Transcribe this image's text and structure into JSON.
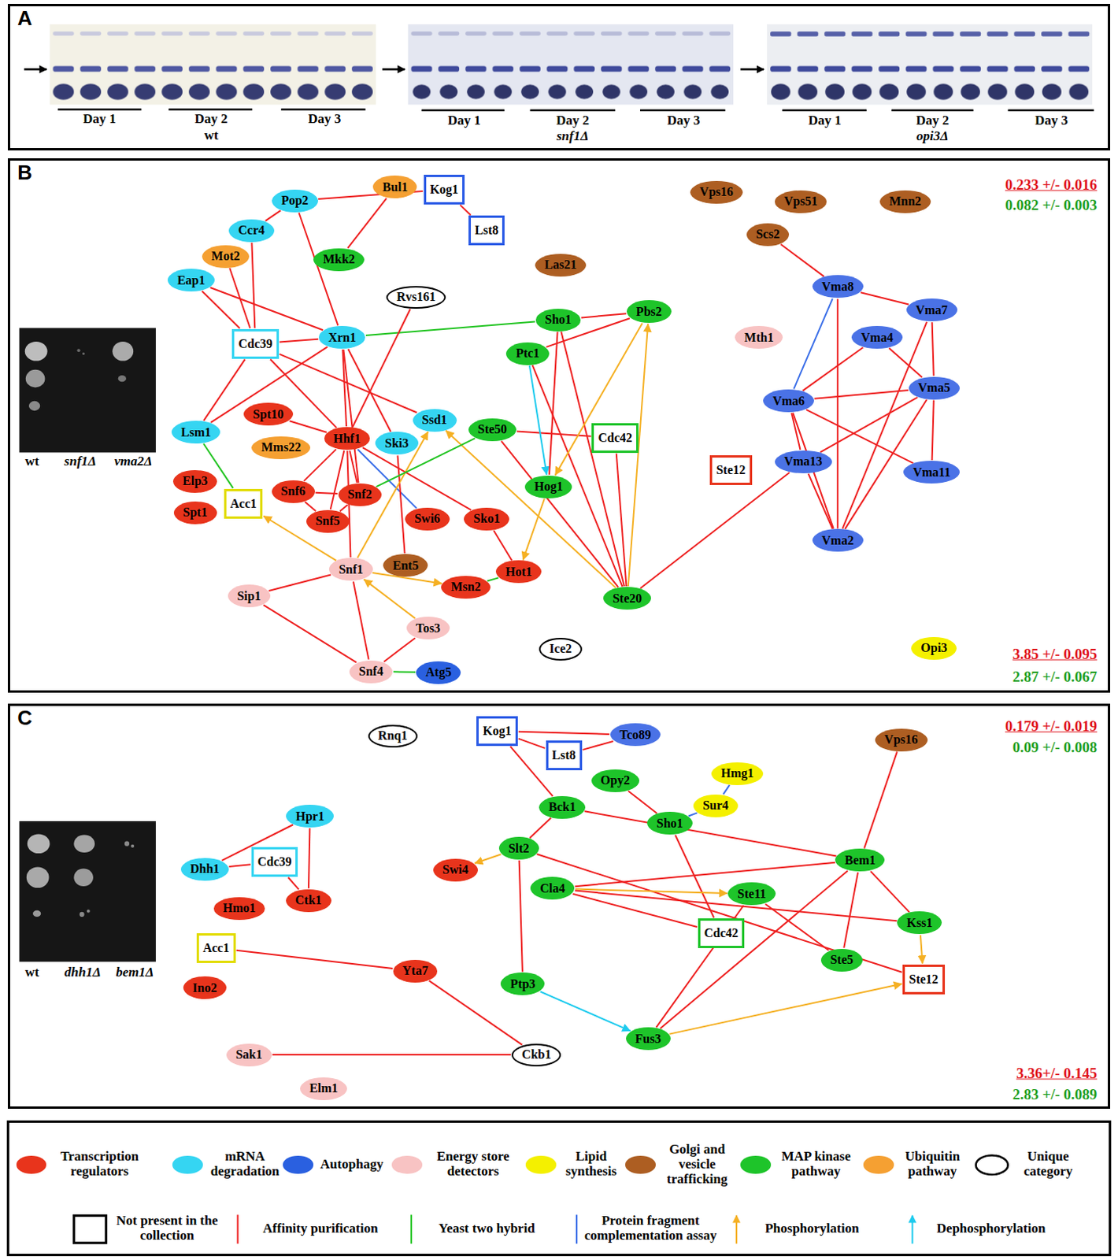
{
  "diagram": {
    "nodes": [
      {
        "text": [
          "A"
        ]
      },
      {
        "text": [
          "B"
        ]
      },
      {
        "text": [
          "Vps16"
        ],
        "in": 1
      },
      {
        "text": [
          "Bul1"
        ],
        "in": 1
      },
      {
        "text": [
          "Kog1"
        ],
        "in": 1
      },
      {
        "text": [
          "Pop2"
        ],
        "in": 1
      },
      {
        "text": [
          "Vps51"
        ],
        "in": 1
      },
      {
        "text": [
          "Mnn2"
        ],
        "in": 1
      },
      {
        "text": [
          "Lst8"
        ],
        "in": 1
      },
      {
        "text": [
          "Ccr4"
        ],
        "in": 1
      },
      {
        "text": [
          "Scs2"
        ],
        "in": 1
      },
      {
        "text": [
          "Mot2"
        ],
        "in": 1
      },
      {
        "text": [
          "Mkk2"
        ],
        "in": 1
      },
      {
        "text": [
          "Las21"
        ],
        "in": 1
      },
      {
        "text": [
          "Eap1"
        ],
        "in": 1
      },
      {
        "text": [
          "Vma8"
        ],
        "in": 1
      },
      {
        "text": [
          "Rvs161"
        ],
        "in": 1
      },
      {
        "text": [
          "Vma7"
        ],
        "in": 1
      },
      {
        "text": [
          "Pbs2"
        ],
        "in": 1
      },
      {
        "text": [
          "Sho1"
        ],
        "in": 1
      },
      {
        "text": [
          "Mth1"
        ],
        "in": 1
      },
      {
        "text": [
          "Xrn1"
        ],
        "in": 1
      },
      {
        "text": [
          "Vma4"
        ],
        "in": 1
      },
      {
        "text": [
          "Cdc39"
        ],
        "in": 1
      },
      {
        "text": [
          "Ptc1"
        ],
        "in": 1
      },
      {
        "text": [
          "Vma5"
        ],
        "in": 1
      },
      {
        "text": [
          "Vma6"
        ],
        "in": 1
      },
      {
        "text": [
          "Spt10"
        ],
        "in": 1
      },
      {
        "text": [
          "Ssd1"
        ],
        "in": 1
      },
      {
        "text": [
          "Ste50"
        ],
        "in": 1
      },
      {
        "text": [
          "Lsm1"
        ],
        "in": 1
      },
      {
        "text": [
          "Cdc42"
        ],
        "in": 1
      },
      {
        "text": [
          "Hhf1"
        ],
        "in": 1
      },
      {
        "text": [
          "Ski3"
        ],
        "in": 1
      },
      {
        "text": [
          "Mms22"
        ],
        "in": 1
      },
      {
        "text": [
          "Vma13"
        ],
        "in": 1
      },
      {
        "text": [
          "Ste12"
        ],
        "in": 1
      },
      {
        "text": [
          "Vma11"
        ],
        "in": 1
      },
      {
        "text": [
          "Elp3"
        ],
        "in": 1
      },
      {
        "text": [
          "Hog1"
        ],
        "in": 1
      },
      {
        "text": [
          "Snf6"
        ],
        "in": 1
      },
      {
        "text": [
          "Snf2"
        ],
        "in": 1
      },
      {
        "text": [
          "Acc1"
        ],
        "in": 1
      },
      {
        "text": [
          "Spt1"
        ],
        "in": 1
      },
      {
        "text": [
          "Swi6"
        ],
        "in": 1
      },
      {
        "text": [
          "Sko1"
        ],
        "in": 1
      },
      {
        "text": [
          "Snf5"
        ],
        "in": 1
      },
      {
        "text": [
          "Vma2"
        ],
        "in": 1
      },
      {
        "text": [
          "Ent5"
        ],
        "in": 1
      },
      {
        "text": [
          "Snf1"
        ],
        "in": 1
      },
      {
        "text": [
          "Hot1"
        ],
        "in": 1
      },
      {
        "text": [
          "Msn2"
        ],
        "in": 1
      },
      {
        "text": [
          "Sip1"
        ],
        "in": 1
      },
      {
        "text": [
          "Ste20"
        ],
        "in": 1
      },
      {
        "text": [
          "Tos3"
        ],
        "in": 1
      },
      {
        "text": [
          "Ice2"
        ],
        "in": 1
      },
      {
        "text": [
          "Opi3"
        ],
        "in": 1
      },
      {
        "text": [
          "Snf4"
        ],
        "in": 1
      },
      {
        "text": [
          "Atg5"
        ],
        "in": 1
      },
      {
        "text": [
          "C"
        ]
      },
      {
        "text": [
          "Kog1"
        ],
        "in": 59
      },
      {
        "text": [
          "Tco89"
        ],
        "in": 59
      },
      {
        "text": [
          "Rnq1"
        ],
        "in": 59
      },
      {
        "text": [
          "Vps16"
        ],
        "in": 59
      },
      {
        "text": [
          "Lst8"
        ],
        "in": 59
      },
      {
        "text": [
          "Hmg1"
        ],
        "in": 59
      },
      {
        "text": [
          "Opy2"
        ],
        "in": 59
      },
      {
        "text": [
          "Sur4"
        ],
        "in": 59
      },
      {
        "text": [
          "Bck1"
        ],
        "in": 59
      },
      {
        "text": [
          "Hpr1"
        ],
        "in": 59
      },
      {
        "text": [
          "Sho1"
        ],
        "in": 59
      },
      {
        "text": [
          "Slt2"
        ],
        "in": 59
      },
      {
        "text": [
          "Bem1"
        ],
        "in": 59
      },
      {
        "text": [
          "Cdc39"
        ],
        "in": 59
      },
      {
        "text": [
          "Dhh1"
        ],
        "in": 59
      },
      {
        "text": [
          "Swi4"
        ],
        "in": 59
      },
      {
        "text": [
          "Cla4"
        ],
        "in": 59
      },
      {
        "text": [
          "Ste11"
        ],
        "in": 59
      },
      {
        "text": [
          "Ctk1"
        ],
        "in": 59
      },
      {
        "text": [
          "Hmo1"
        ],
        "in": 59
      },
      {
        "text": [
          "Kss1"
        ],
        "in": 59
      },
      {
        "text": [
          "Cdc42"
        ],
        "in": 59
      },
      {
        "text": [
          "Acc1"
        ],
        "in": 59
      },
      {
        "text": [
          "Ste5"
        ],
        "in": 59
      },
      {
        "text": [
          "Yta7"
        ],
        "in": 59
      },
      {
        "text": [
          "Ste12"
        ],
        "in": 59
      },
      {
        "text": [
          "Ptp3"
        ],
        "in": 59
      },
      {
        "text": [
          "Ino2"
        ],
        "in": 59
      },
      {
        "text": [
          "Fus3"
        ],
        "in": 59
      },
      {
        "text": [
          "Sak1"
        ],
        "in": 59
      },
      {
        "text": [
          "Ckb1"
        ],
        "in": 59
      },
      {
        "text": [
          "Elm1"
        ],
        "in": 59
      }
    ],
    "edges": [
      {
        "from": 5,
        "to": 4,
        "arrow": "none"
      },
      {
        "from": 4,
        "to": 8,
        "arrow": "none"
      },
      {
        "from": 3,
        "to": 12,
        "arrow": "none"
      },
      {
        "from": 5,
        "to": 9,
        "arrow": "none"
      },
      {
        "from": 5,
        "to": 21,
        "arrow": "none"
      },
      {
        "from": 9,
        "to": 23,
        "arrow": "none"
      },
      {
        "from": 11,
        "to": 23,
        "arrow": "none"
      },
      {
        "from": 14,
        "to": 23,
        "arrow": "none"
      },
      {
        "from": 14,
        "to": 21,
        "arrow": "none"
      },
      {
        "from": 23,
        "to": 21,
        "arrow": "none"
      },
      {
        "from": 23,
        "to": 32,
        "arrow": "none"
      },
      {
        "from": 23,
        "to": 30,
        "arrow": "none"
      },
      {
        "from": 23,
        "to": 28,
        "arrow": "none"
      },
      {
        "from": 21,
        "to": 19,
        "arrow": "none"
      },
      {
        "from": 21,
        "to": 30,
        "arrow": "none"
      },
      {
        "from": 21,
        "to": 32,
        "arrow": "none"
      },
      {
        "from": 21,
        "to": 33,
        "arrow": "none"
      },
      {
        "from": 21,
        "to": 41,
        "arrow": "none"
      },
      {
        "from": 16,
        "to": 32,
        "arrow": "none"
      },
      {
        "from": 30,
        "to": 42,
        "arrow": "none"
      },
      {
        "from": 27,
        "to": 32,
        "arrow": "none"
      },
      {
        "from": 32,
        "to": 40,
        "arrow": "none"
      },
      {
        "from": 32,
        "to": 46,
        "arrow": "none"
      },
      {
        "from": 32,
        "to": 41,
        "arrow": "none"
      },
      {
        "from": 32,
        "to": 49,
        "arrow": "none"
      },
      {
        "from": 32,
        "to": 44,
        "arrow": "none"
      },
      {
        "from": 32,
        "to": 45,
        "arrow": "none"
      },
      {
        "from": 40,
        "to": 46,
        "arrow": "none"
      },
      {
        "from": 40,
        "to": 41,
        "arrow": "none"
      },
      {
        "from": 46,
        "to": 41,
        "arrow": "none"
      },
      {
        "from": 33,
        "to": 48,
        "arrow": "none"
      },
      {
        "from": 49,
        "to": 28,
        "arrow": "to"
      },
      {
        "from": 53,
        "to": 28,
        "arrow": "to"
      },
      {
        "from": 29,
        "to": 31,
        "arrow": "none"
      },
      {
        "from": 29,
        "to": 41,
        "arrow": "none"
      },
      {
        "from": 49,
        "to": 42,
        "arrow": "to"
      },
      {
        "from": 49,
        "to": 52,
        "arrow": "none"
      },
      {
        "from": 49,
        "to": 57,
        "arrow": "none"
      },
      {
        "from": 54,
        "to": 49,
        "arrow": "to"
      },
      {
        "from": 49,
        "to": 51,
        "arrow": "to"
      },
      {
        "from": 52,
        "to": 57,
        "arrow": "none"
      },
      {
        "from": 54,
        "to": 57,
        "arrow": "none"
      },
      {
        "from": 57,
        "to": 58,
        "arrow": "none"
      },
      {
        "from": 51,
        "to": 50,
        "arrow": "none"
      },
      {
        "from": 45,
        "to": 50,
        "arrow": "none"
      },
      {
        "from": 39,
        "to": 50,
        "arrow": "to"
      },
      {
        "from": 24,
        "to": 39,
        "arrow": "to"
      },
      {
        "from": 24,
        "to": 18,
        "arrow": "none"
      },
      {
        "from": 24,
        "to": 53,
        "arrow": "none"
      },
      {
        "from": 19,
        "to": 18,
        "arrow": "none"
      },
      {
        "from": 19,
        "to": 39,
        "arrow": "none"
      },
      {
        "from": 19,
        "to": 53,
        "arrow": "none"
      },
      {
        "from": 18,
        "to": 39,
        "arrow": "to"
      },
      {
        "from": 53,
        "to": 18,
        "arrow": "to"
      },
      {
        "from": 31,
        "to": 53,
        "arrow": "none"
      },
      {
        "from": 29,
        "to": 53,
        "arrow": "none"
      },
      {
        "from": 53,
        "to": 35,
        "arrow": "none"
      },
      {
        "from": 10,
        "to": 15,
        "arrow": "none"
      },
      {
        "from": 15,
        "to": 17,
        "arrow": "none"
      },
      {
        "from": 15,
        "to": 26,
        "arrow": "none"
      },
      {
        "from": 15,
        "to": 47,
        "arrow": "none"
      },
      {
        "from": 17,
        "to": 25,
        "arrow": "none"
      },
      {
        "from": 17,
        "to": 47,
        "arrow": "none"
      },
      {
        "from": 22,
        "to": 26,
        "arrow": "none"
      },
      {
        "from": 22,
        "to": 25,
        "arrow": "none"
      },
      {
        "from": 26,
        "to": 25,
        "arrow": "none"
      },
      {
        "from": 26,
        "to": 35,
        "arrow": "none"
      },
      {
        "from": 26,
        "to": 37,
        "arrow": "none"
      },
      {
        "from": 26,
        "to": 47,
        "arrow": "none"
      },
      {
        "from": 25,
        "to": 35,
        "arrow": "none"
      },
      {
        "from": 25,
        "to": 37,
        "arrow": "none"
      },
      {
        "from": 25,
        "to": 47,
        "arrow": "none"
      },
      {
        "from": 35,
        "to": 47,
        "arrow": "none"
      },
      {
        "from": 60,
        "to": 61,
        "arrow": "none"
      },
      {
        "from": 60,
        "to": 64,
        "arrow": "none"
      },
      {
        "from": 64,
        "to": 61,
        "arrow": "none"
      },
      {
        "from": 60,
        "to": 68,
        "arrow": "none"
      },
      {
        "from": 74,
        "to": 69,
        "arrow": "none"
      },
      {
        "from": 74,
        "to": 73,
        "arrow": "none"
      },
      {
        "from": 69,
        "to": 78,
        "arrow": "none"
      },
      {
        "from": 73,
        "to": 78,
        "arrow": "none"
      },
      {
        "from": 82,
        "to": 84,
        "arrow": "none"
      },
      {
        "from": 84,
        "to": 90,
        "arrow": "none"
      },
      {
        "from": 89,
        "to": 90,
        "arrow": "none"
      },
      {
        "from": 65,
        "to": 67,
        "arrow": "none"
      },
      {
        "from": 67,
        "to": 70,
        "arrow": "none"
      },
      {
        "from": 66,
        "to": 70,
        "arrow": "none"
      },
      {
        "from": 70,
        "to": 81,
        "arrow": "none"
      },
      {
        "from": 63,
        "to": 72,
        "arrow": "none"
      },
      {
        "from": 68,
        "to": 71,
        "arrow": "none"
      },
      {
        "from": 68,
        "to": 72,
        "arrow": "none"
      },
      {
        "from": 71,
        "to": 75,
        "arrow": "to"
      },
      {
        "from": 71,
        "to": 86,
        "arrow": "none"
      },
      {
        "from": 71,
        "to": 85,
        "arrow": "none"
      },
      {
        "from": 76,
        "to": 77,
        "arrow": "to"
      },
      {
        "from": 76,
        "to": 81,
        "arrow": "none"
      },
      {
        "from": 76,
        "to": 80,
        "arrow": "none"
      },
      {
        "from": 77,
        "to": 83,
        "arrow": "none"
      },
      {
        "from": 72,
        "to": 76,
        "arrow": "none"
      },
      {
        "from": 72,
        "to": 83,
        "arrow": "none"
      },
      {
        "from": 72,
        "to": 88,
        "arrow": "none"
      },
      {
        "from": 72,
        "to": 80,
        "arrow": "none"
      },
      {
        "from": 80,
        "to": 85,
        "arrow": "to"
      },
      {
        "from": 86,
        "to": 88,
        "arrow": "to"
      },
      {
        "from": 88,
        "to": 85,
        "arrow": "to"
      },
      {
        "from": 88,
        "to": 77,
        "arrow": "none"
      }
    ],
    "labels": [
      "Day 1",
      "Day 2",
      "Day 3",
      "Day 1",
      "Day 2",
      "Day 3",
      "Day 1",
      "Day 2",
      "Day 3",
      "wt",
      "snf1Δ",
      "opi3Δ",
      "0.233 +/- 0.016",
      "0.082 +/- 0.003",
      "wt",
      "snf1Δ",
      "vma2Δ",
      "3.85 +/- 0.095",
      "2.87 +/- 0.067",
      "0.179 +/- 0.019",
      "0.09 +/- 0.008",
      "wt",
      "dhh1Δ",
      "bem1Δ",
      "3.36+/- 0.145",
      "2.83 +/- 0.089"
    ],
    "legend": [
      {
        "text": "Transcription regulators",
        "color": "#e8341c"
      },
      {
        "text": "mRNA degradation",
        "color": "#35d5f2"
      },
      {
        "text": "Autophagy",
        "color": "#2a60e0"
      },
      {
        "text": "Energy store detectors",
        "color": "#f8c3c3"
      },
      {
        "text": "Lipid synthesis",
        "color": "#f4f000"
      },
      {
        "text": "Golgi and vesicle trafficking",
        "color": "#ad5e22"
      },
      {
        "text": "MAP kinase pathway",
        "color": "#1ec42a"
      },
      {
        "text": "Ubiquitin pathway",
        "color": "#f5a032"
      },
      {
        "text": "Unique category"
      },
      {
        "text": "Not present in the collection"
      },
      {
        "text": "Affinity purification"
      },
      {
        "text": "Yeast two hybrid"
      },
      {
        "text": "Protein fragment complementation assay"
      },
      {
        "text": "Phosphorylation"
      },
      {
        "text": "Dephosphorylation"
      }
    ]
  }
}
